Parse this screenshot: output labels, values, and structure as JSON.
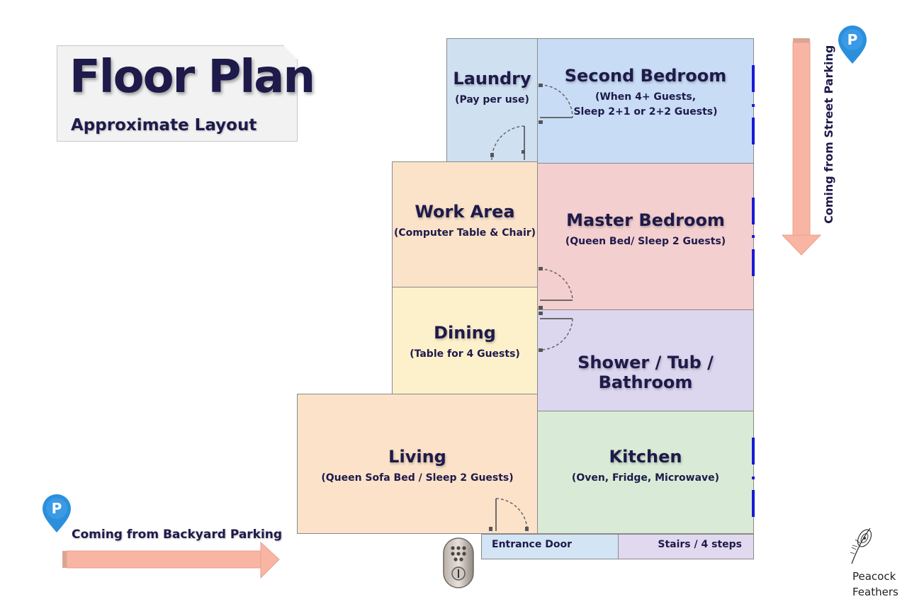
{
  "title": {
    "main": "Floor Plan",
    "subtitle": "Approximate Layout"
  },
  "rooms": {
    "laundry": {
      "name": "Laundry",
      "note": "(Pay per use)",
      "color": "#cfe0f1"
    },
    "second_bedroom": {
      "name": "Second Bedroom",
      "note_line1": "(When 4+ Guests,",
      "note_line2": "Sleep 2+1 or 2+2 Guests)",
      "color": "#c8dcf6"
    },
    "work_area": {
      "name": "Work Area",
      "note": "(Computer Table & Chair)",
      "color": "#fbe3ca"
    },
    "master_bedroom": {
      "name": "Master Bedroom",
      "note": "(Queen Bed/ Sleep 2 Guests)",
      "color": "#f4cfcf"
    },
    "dining": {
      "name": "Dining",
      "note": "(Table for 4 Guests)",
      "color": "#fdf1cc"
    },
    "bathroom": {
      "name": "Shower / Tub / Bathroom",
      "color": "#dcd7ee"
    },
    "living": {
      "name": "Living",
      "note": "(Queen Sofa Bed / Sleep 2 Guests)",
      "color": "#fbe2c9"
    },
    "kitchen": {
      "name": "Kitchen",
      "note": "(Oven, Fridge, Microwave)",
      "color": "#d9ebd6"
    },
    "entrance": {
      "name": "Entrance Door",
      "color": "#d3e4f4"
    },
    "stairs": {
      "name": "Stairs / 4 steps",
      "color": "#e1d9ef"
    }
  },
  "parking": {
    "street": {
      "label": "Coming from Street Parking",
      "pin": "P"
    },
    "backyard": {
      "label": "Coming from Backyard Parking",
      "pin": "P"
    },
    "pin_color": "#2b8fdc",
    "arrow_color": "#f9b5a3"
  },
  "brand": {
    "line1": "Peacock",
    "line2": "Feathers",
    "icon": "peacock-feather-icon"
  },
  "lock": {
    "icon": "keypad-lock-icon"
  }
}
